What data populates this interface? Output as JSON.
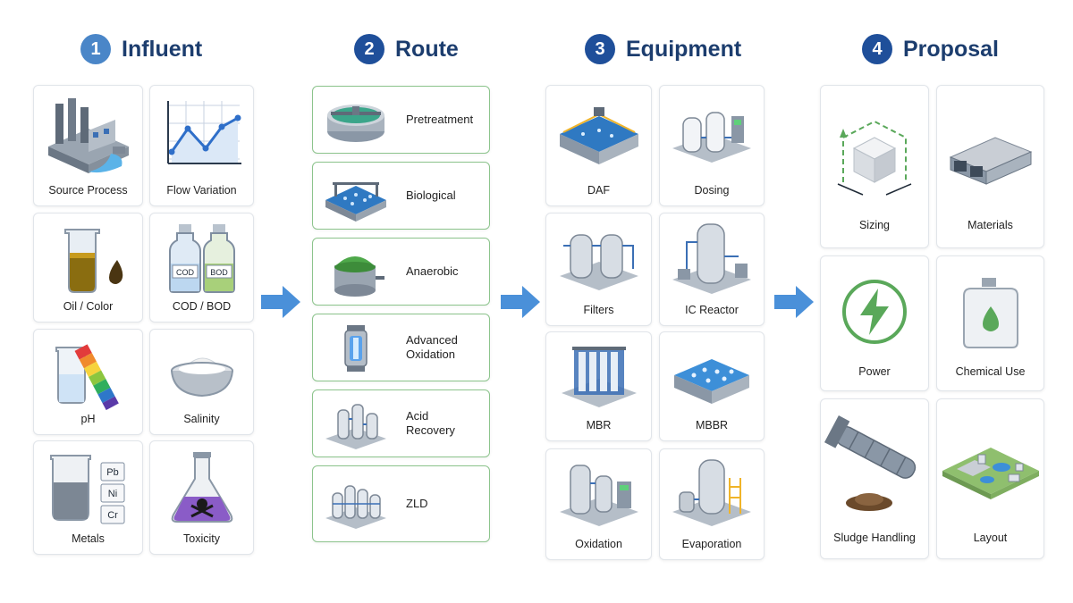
{
  "columns": [
    {
      "num": "1",
      "title": "Influent",
      "color": "#4a86c8"
    },
    {
      "num": "2",
      "title": "Route",
      "color": "#1f4f9a"
    },
    {
      "num": "3",
      "title": "Equipment",
      "color": "#1f4f9a"
    },
    {
      "num": "4",
      "title": "Proposal",
      "color": "#1f4f9a"
    }
  ],
  "influent": [
    {
      "label": "Source Process",
      "icon": "factory-icon"
    },
    {
      "label": "Flow Variation",
      "icon": "line-chart-icon"
    },
    {
      "label": "Oil / Color",
      "icon": "oil-beaker-icon"
    },
    {
      "label": "COD / BOD",
      "icon": "sample-bottles-icon",
      "tags": [
        "COD",
        "BOD"
      ]
    },
    {
      "label": "pH",
      "icon": "ph-beaker-icon"
    },
    {
      "label": "Salinity",
      "icon": "salt-bowl-icon"
    },
    {
      "label": "Metals",
      "icon": "metals-beaker-icon",
      "tags": [
        "Pb",
        "Ni",
        "Cr"
      ]
    },
    {
      "label": "Toxicity",
      "icon": "toxic-flask-icon"
    }
  ],
  "route": [
    {
      "label": "Pretreatment",
      "icon": "clarifier-icon"
    },
    {
      "label": "Biological",
      "icon": "aeration-tank-icon"
    },
    {
      "label": "Anaerobic",
      "icon": "digester-icon"
    },
    {
      "label": "Advanced\nOxidation",
      "icon": "uv-reactor-icon"
    },
    {
      "label": "Acid\nRecovery",
      "icon": "acid-plant-icon"
    },
    {
      "label": "ZLD",
      "icon": "zld-plant-icon"
    }
  ],
  "equipment": [
    {
      "label": "DAF",
      "icon": "daf-unit-icon"
    },
    {
      "label": "Dosing",
      "icon": "dosing-skid-icon"
    },
    {
      "label": "Filters",
      "icon": "filter-vessels-icon"
    },
    {
      "label": "IC Reactor",
      "icon": "ic-reactor-icon"
    },
    {
      "label": "MBR",
      "icon": "mbr-module-icon"
    },
    {
      "label": "MBBR",
      "icon": "mbbr-tank-icon"
    },
    {
      "label": "Oxidation",
      "icon": "oxidation-skid-icon"
    },
    {
      "label": "Evaporation",
      "icon": "evaporator-icon"
    }
  ],
  "proposal": [
    {
      "label": "Sizing",
      "icon": "sizing-cube-icon"
    },
    {
      "label": "Materials",
      "icon": "steel-beams-icon"
    },
    {
      "label": "Power",
      "icon": "power-bolt-icon"
    },
    {
      "label": "Chemical Use",
      "icon": "chemical-jug-icon"
    },
    {
      "label": "Sludge Handling",
      "icon": "screw-press-icon"
    },
    {
      "label": "Layout",
      "icon": "plant-layout-icon"
    }
  ],
  "colors": {
    "route_border": "#8cc48c",
    "arrow": "#4a90d9",
    "green": "#5aa85a",
    "blue": "#4a86c8"
  }
}
